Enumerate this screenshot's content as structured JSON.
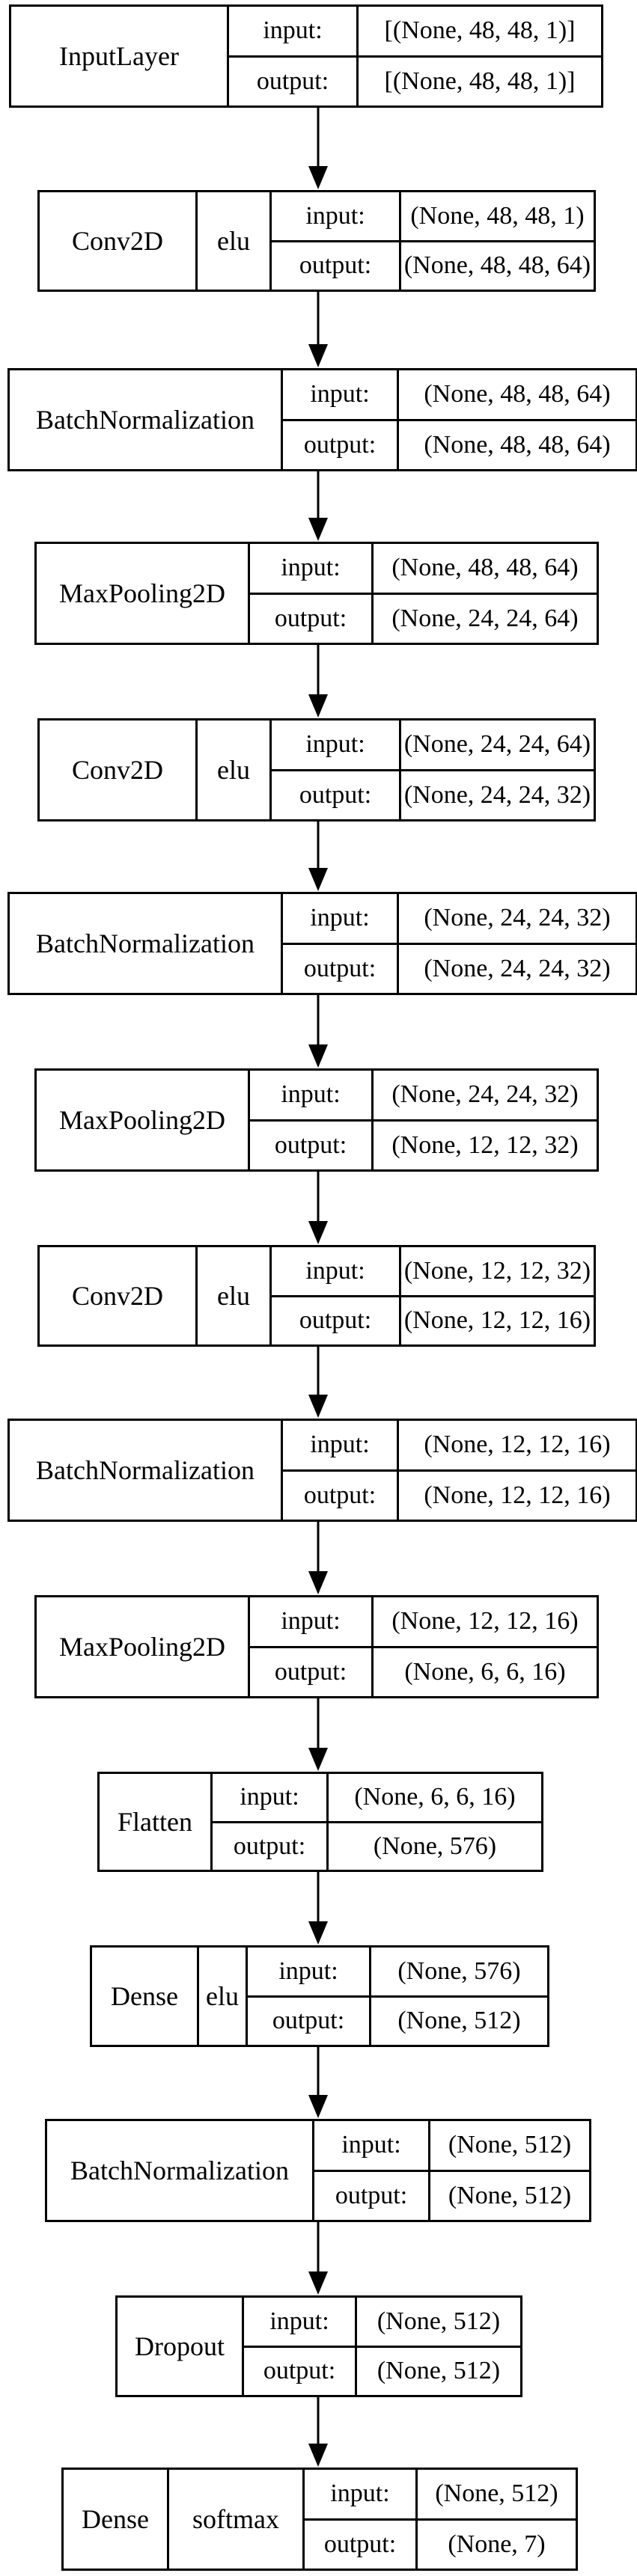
{
  "nodes": [
    {
      "layer": "InputLayer",
      "activation": "",
      "input": "[(None, 48, 48, 1)]",
      "output": "[(None, 48, 48, 1)]"
    },
    {
      "layer": "Conv2D",
      "activation": "elu",
      "input": "(None, 48, 48, 1)",
      "output": "(None, 48, 48, 64)"
    },
    {
      "layer": "BatchNormalization",
      "activation": "",
      "input": "(None, 48, 48, 64)",
      "output": "(None, 48, 48, 64)"
    },
    {
      "layer": "MaxPooling2D",
      "activation": "",
      "input": "(None, 48, 48, 64)",
      "output": "(None, 24, 24, 64)"
    },
    {
      "layer": "Conv2D",
      "activation": "elu",
      "input": "(None, 24, 24, 64)",
      "output": "(None, 24, 24, 32)"
    },
    {
      "layer": "BatchNormalization",
      "activation": "",
      "input": "(None, 24, 24, 32)",
      "output": "(None, 24, 24, 32)"
    },
    {
      "layer": "MaxPooling2D",
      "activation": "",
      "input": "(None, 24, 24, 32)",
      "output": "(None, 12, 12, 32)"
    },
    {
      "layer": "Conv2D",
      "activation": "elu",
      "input": "(None, 12, 12, 32)",
      "output": "(None, 12, 12, 16)"
    },
    {
      "layer": "BatchNormalization",
      "activation": "",
      "input": "(None, 12, 12, 16)",
      "output": "(None, 12, 12, 16)"
    },
    {
      "layer": "MaxPooling2D",
      "activation": "",
      "input": "(None, 12, 12, 16)",
      "output": "(None, 6, 6, 16)"
    },
    {
      "layer": "Flatten",
      "activation": "",
      "input": "(None, 6, 6, 16)",
      "output": "(None, 576)"
    },
    {
      "layer": "Dense",
      "activation": "elu",
      "input": "(None, 576)",
      "output": "(None, 512)"
    },
    {
      "layer": "BatchNormalization",
      "activation": "",
      "input": "(None, 512)",
      "output": "(None, 512)"
    },
    {
      "layer": "Dropout",
      "activation": "",
      "input": "(None, 512)",
      "output": "(None, 512)"
    },
    {
      "layer": "Dense",
      "activation": "softmax",
      "input": "(None, 512)",
      "output": "(None, 7)"
    }
  ],
  "io_labels": {
    "input": "input:",
    "output": "output:"
  },
  "colors": {
    "line": "#000000",
    "background": "#ffffff"
  }
}
